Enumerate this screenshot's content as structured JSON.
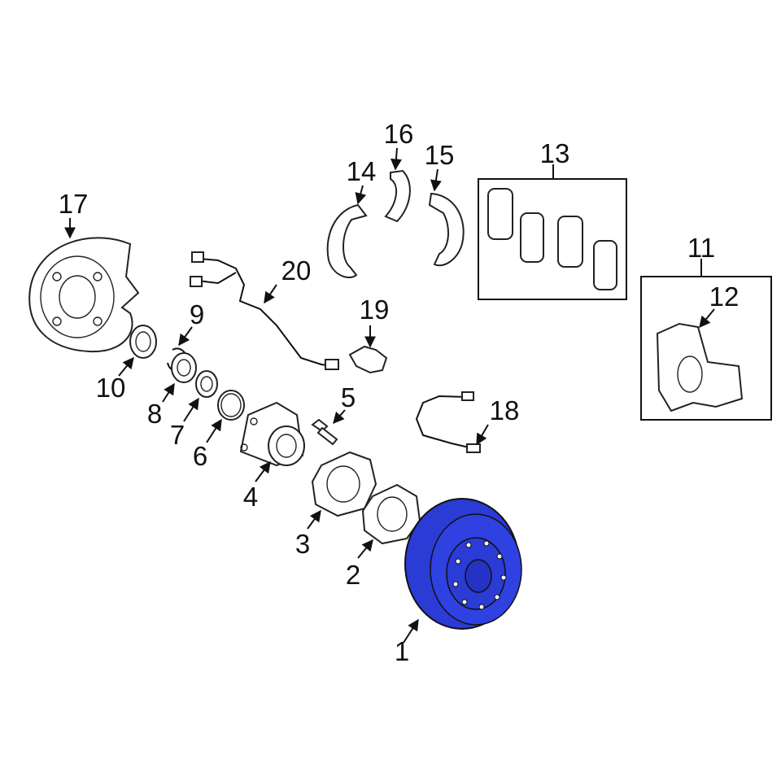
{
  "diagram": {
    "callouts": [
      "1",
      "2",
      "3",
      "4",
      "5",
      "6",
      "7",
      "8",
      "9",
      "10",
      "11",
      "12",
      "13",
      "14",
      "15",
      "16",
      "17",
      "18",
      "19",
      "20"
    ],
    "highlight_part": "1",
    "colors": {
      "highlight": "#2a3bd6",
      "line": "#222222",
      "background": "#ffffff"
    }
  }
}
